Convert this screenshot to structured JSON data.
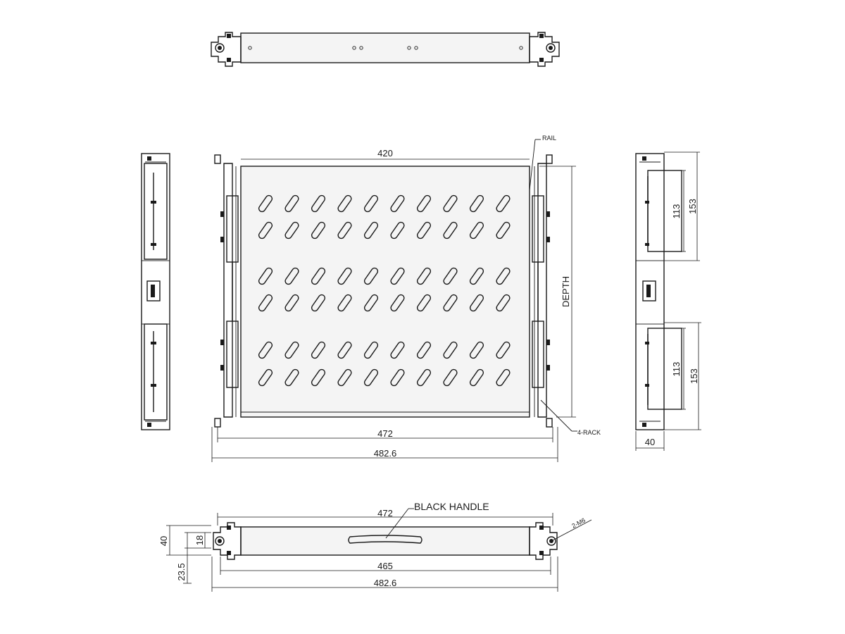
{
  "labels": {
    "rail": "RAIL",
    "rack": "4-RACK",
    "depth": "DEPTH",
    "black_handle": "BLACK HANDLE",
    "screws": "2-M6"
  },
  "dimensions": {
    "front_width_inner": "420",
    "front_width_472": "472",
    "front_width_total": "482.6",
    "side_height_153_top": "153",
    "side_height_113_top": "113",
    "side_height_153_bottom": "153",
    "side_height_113_bottom": "113",
    "side_width": "40",
    "bottom_width_472": "472",
    "bottom_width_465": "465",
    "bottom_width_total": "482.6",
    "bottom_height_40": "40",
    "bottom_height_18": "18",
    "bottom_height_23_5": "23.5"
  },
  "colors": {
    "line": "#1a1a1a",
    "panel_fill": "#f4f4f4"
  }
}
